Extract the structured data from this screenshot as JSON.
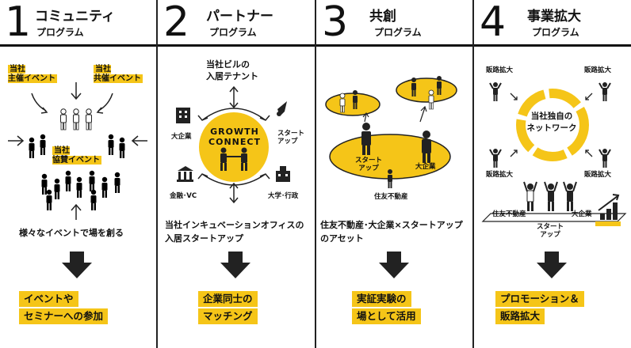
{
  "columns": [
    {
      "number": "1",
      "title": "コミュニティ",
      "subtitle": "プログラム",
      "labels": {
        "host": "当社\n主催イベント",
        "cohost": "当社\n共催イベント",
        "sponsor": "当社\n協賛イベント"
      },
      "desc": "様々なイベントで場を創る",
      "result": [
        "イベントや",
        "セミナーへの参加"
      ]
    },
    {
      "number": "2",
      "title": "パートナー",
      "subtitle": "プログラム",
      "labels": {
        "tenant": "当社ビルの\n入居テナント",
        "corp": "大企業",
        "startup": "スタート\nアップ",
        "finance": "金融･VC",
        "univ": "大学･行政",
        "center1": "GROWTH",
        "center2": "CONNECT"
      },
      "desc": [
        "当社インキュベーションオフィスの",
        "入居スタートアップ"
      ],
      "result": [
        "企業同士の",
        "マッチング"
      ]
    },
    {
      "number": "3",
      "title": "共創",
      "subtitle": "プログラム",
      "labels": {
        "startup": "スタート\nアップ",
        "corp": "大企業",
        "sumitomo": "住友不動産"
      },
      "desc": [
        "住友不動産･大企業×スタートアップ",
        "のアセット"
      ],
      "result": [
        "実証実験の",
        "場として活用"
      ]
    },
    {
      "number": "4",
      "title": "事業拡大",
      "subtitle": "プログラム",
      "labels": {
        "tl": "販路拡大",
        "tr": "販路拡大",
        "bl": "販路拡大",
        "br": "販路拡大",
        "center": "当社独自の\nネットワーク",
        "sumitomo": "住友不動産",
        "corp": "大企業",
        "startup": "スタート\nアップ"
      },
      "result": [
        "プロモーション＆",
        "販路拡大"
      ]
    }
  ],
  "colors": {
    "accent": "#f5c518",
    "ink": "#222222"
  }
}
